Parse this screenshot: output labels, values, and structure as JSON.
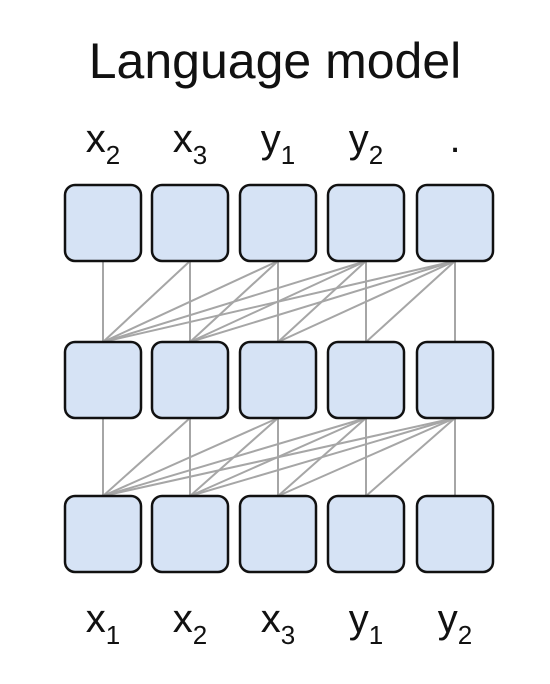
{
  "title": "Language model",
  "output_tokens": [
    {
      "base": "x",
      "sub": "2"
    },
    {
      "base": "x",
      "sub": "3"
    },
    {
      "base": "y",
      "sub": "1"
    },
    {
      "base": "y",
      "sub": "2"
    },
    {
      "base": ".",
      "sub": ""
    }
  ],
  "input_tokens": [
    {
      "base": "x",
      "sub": "1"
    },
    {
      "base": "x",
      "sub": "2"
    },
    {
      "base": "x",
      "sub": "3"
    },
    {
      "base": "y",
      "sub": "1"
    },
    {
      "base": "y",
      "sub": "2"
    }
  ],
  "layers": 3,
  "columns": 5,
  "colors": {
    "node_fill": "#d6e3f5",
    "node_stroke": "#111111",
    "edge": "#a6a6a6",
    "text": "#111111"
  }
}
